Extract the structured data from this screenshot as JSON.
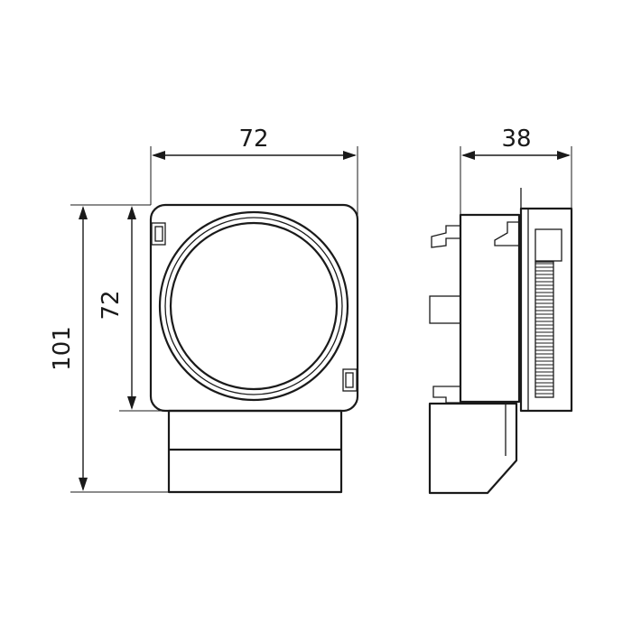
{
  "dimensions": {
    "front_width": "72",
    "front_height_face": "72",
    "front_height_total": "101",
    "side_depth": "38"
  }
}
